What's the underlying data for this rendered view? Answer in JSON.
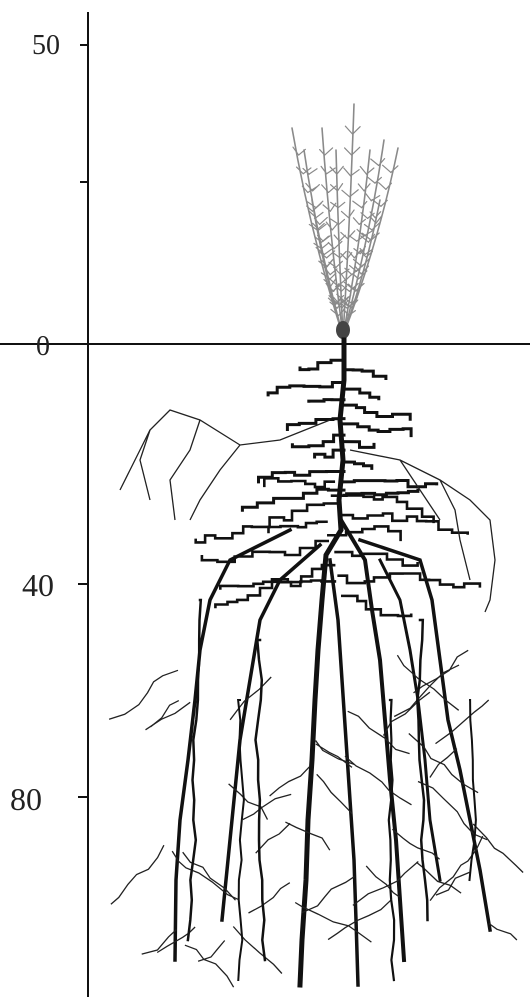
{
  "depth_axis": {
    "tick_labels": [
      "50",
      "0",
      "40",
      "80"
    ]
  },
  "colors": {
    "background": "#ffffff",
    "ink": "#111111",
    "shoot": "#8a8a8a"
  }
}
